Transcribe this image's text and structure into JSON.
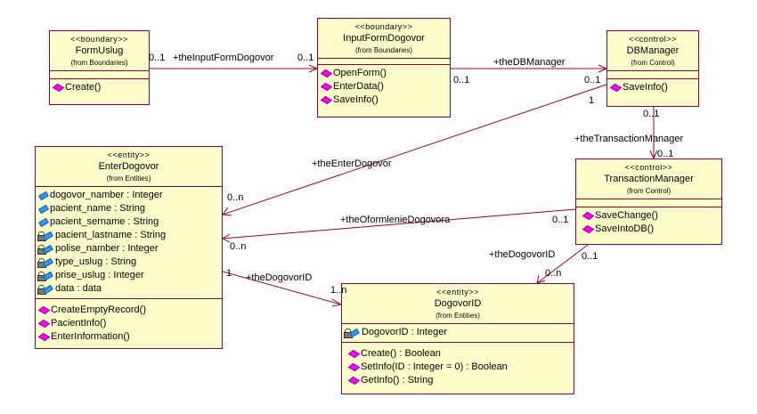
{
  "diagram": {
    "type": "UML class diagram",
    "classes": {
      "form_uslug": {
        "stereotype": "<<boundary>>",
        "name": "FormUslug",
        "package": "(from Boundaries)",
        "attributes": [],
        "operations": [
          "Create()"
        ]
      },
      "input_form_dogovor": {
        "stereotype": "<<boundary>>",
        "name": "InputFormDogovor",
        "package": "(from Boundaries)",
        "attributes": [],
        "operations": [
          "OpenForm()",
          "EnterData()",
          "SaveInfo()"
        ]
      },
      "db_manager": {
        "stereotype": "<<control>>",
        "name": "DBManager",
        "package": "(from Control)",
        "attributes": [],
        "operations": [
          "SaveInfo()"
        ]
      },
      "enter_dogovor": {
        "stereotype": "<<entity>>",
        "name": "EnterDogovor",
        "package": "(from Entities)",
        "attributes": [
          {
            "text": "dogovor_namber : Integer",
            "visibility": "public"
          },
          {
            "text": "pacient_name : String",
            "visibility": "public"
          },
          {
            "text": "pacient_sername : String",
            "visibility": "public"
          },
          {
            "text": "pacient_lastname : String",
            "visibility": "private"
          },
          {
            "text": "polise_namber : Integer",
            "visibility": "private"
          },
          {
            "text": "type_uslug : String",
            "visibility": "private"
          },
          {
            "text": "prise_uslug : Integer",
            "visibility": "private"
          },
          {
            "text": "data : data",
            "visibility": "private"
          }
        ],
        "operations": [
          "CreateEmptyRecord()",
          "PacientInfo()",
          "EnterInformation()"
        ]
      },
      "transaction_manager": {
        "stereotype": "<<control>>",
        "name": "TransactionManager",
        "package": "(from Control)",
        "attributes": [],
        "operations": [
          "SaveChange()",
          "SaveIntoDB()"
        ]
      },
      "dogovor_id": {
        "stereotype": "<<entity>>",
        "name": "DogovorID",
        "package": "(from Entities)",
        "attributes": [
          {
            "text": "DogovorID : Integer",
            "visibility": "private"
          }
        ],
        "operations": [
          "Create() : Boolean",
          "SetInfo(ID : Integer = 0) : Boolean",
          "GetInfo() : String"
        ]
      }
    },
    "associations": [
      {
        "from": "FormUslug",
        "to": "InputFormDogovor",
        "role": "+theInputFormDogovor",
        "from_mult": "0..1",
        "to_mult": "0..1"
      },
      {
        "from": "InputFormDogovor",
        "to": "DBManager",
        "role": "+theDBManager",
        "from_mult": "0..1",
        "to_mult": "0..1"
      },
      {
        "from": "DBManager",
        "to": "EnterDogovor",
        "role": "+theEnterDogovor",
        "from_mult": "1",
        "to_mult": "0..n"
      },
      {
        "from": "DBManager",
        "to": "TransactionManager",
        "role": "+theTransactionManager",
        "from_mult": "0..1",
        "to_mult": "0..1"
      },
      {
        "from": "TransactionManager",
        "to": "EnterDogovor",
        "role": "+theOformlenieDogovora",
        "from_mult": "0..1",
        "to_mult": "0..n"
      },
      {
        "from": "TransactionManager",
        "to": "DogovorID",
        "role": "+theDogovorID",
        "from_mult": "0..1",
        "to_mult": "0..n"
      },
      {
        "from": "EnterDogovor",
        "to": "DogovorID",
        "role": "+theDogovorID",
        "from_mult": "1",
        "to_mult": "1..n"
      }
    ]
  },
  "colors": {
    "class_fill": "#ffffcc",
    "line": "#990033",
    "operation_icon": "#ff00ff",
    "attribute_icon": "#3399ff"
  }
}
